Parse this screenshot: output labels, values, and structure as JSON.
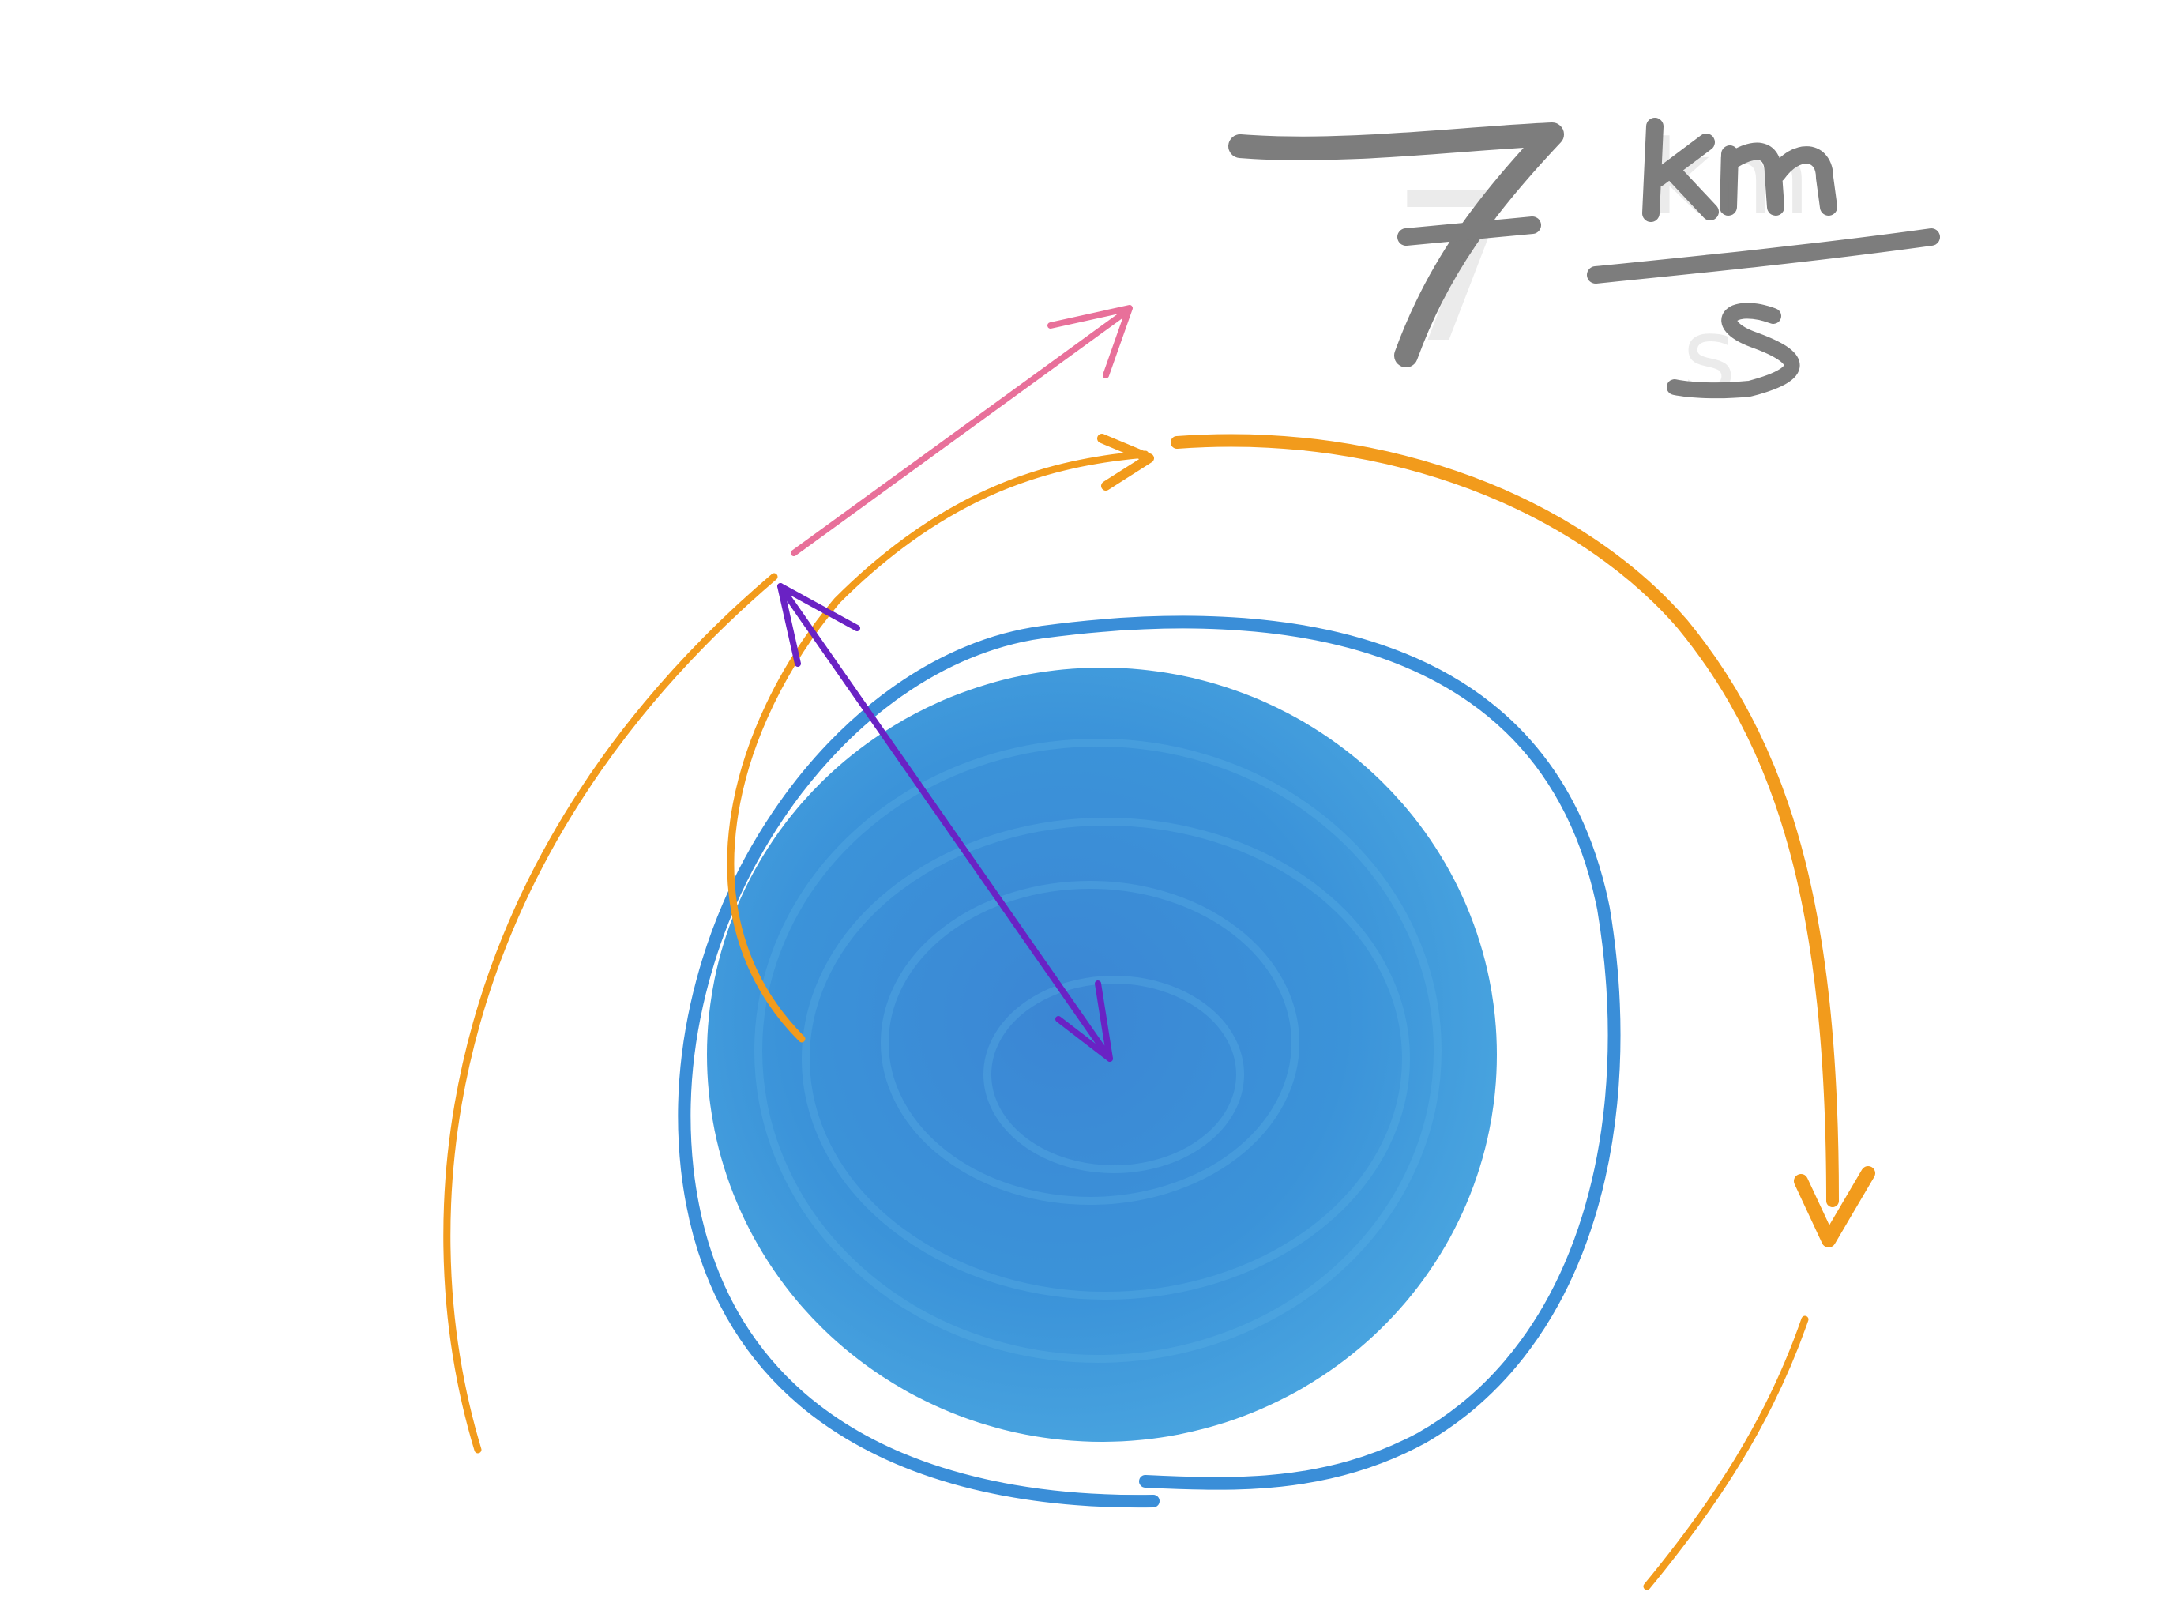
{
  "colors": {
    "planet_fill": "#3a90d6",
    "planet_light": "#57aee3",
    "planet_ring": "#3a8ed8",
    "orbit": "#f29b1c",
    "velocity_arrow": "#e8709a",
    "radius_arrow": "#6a22c4",
    "label": "#7d7d7d"
  },
  "annotation": {
    "number": "7",
    "unit_top": "km",
    "unit_bottom": "s"
  },
  "icons": {
    "planet": "earth-circle",
    "velocity": "tangent-arrow",
    "radius": "double-headed-arrow"
  }
}
